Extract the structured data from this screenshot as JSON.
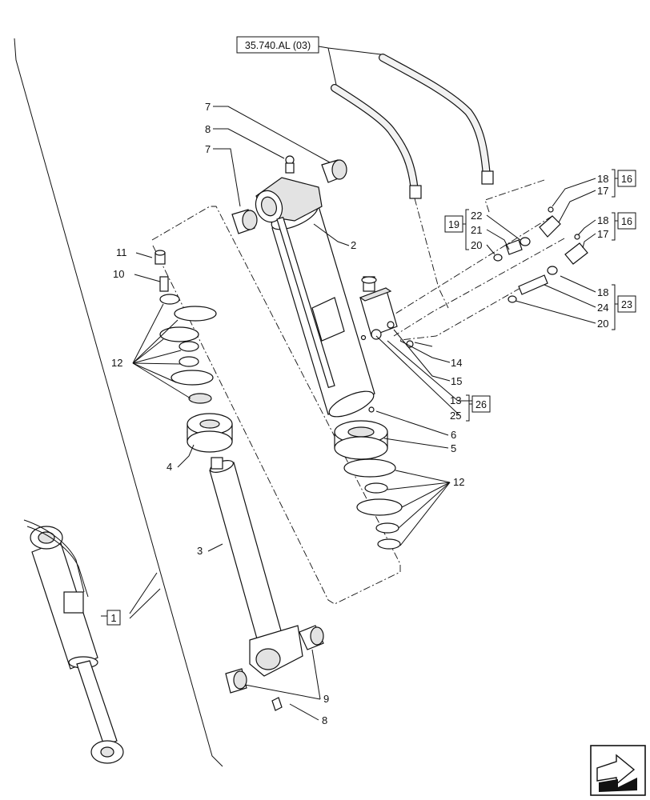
{
  "labels": {
    "ref_sheet": "35.740.AL (03)",
    "n1": "1",
    "n2": "2",
    "n3": "3",
    "n4": "4",
    "n5": "5",
    "n6": "6",
    "n7a": "7",
    "n7b": "7",
    "n8a": "8",
    "n8b": "8",
    "n9": "9",
    "n10": "10",
    "n11": "11",
    "n12a": "12",
    "n12b": "12",
    "n13": "13",
    "n14": "14",
    "n15": "15",
    "n16a": "16",
    "n16b": "16",
    "n17a": "17",
    "n17b": "17",
    "n18a": "18",
    "n18b": "18",
    "n18c": "18",
    "n19": "19",
    "n20a": "20",
    "n20b": "20",
    "n21": "21",
    "n22": "22",
    "n23": "23",
    "n24": "24",
    "n25": "25",
    "n26": "26"
  },
  "icons": {
    "navigation": "arrow-navigation-icon"
  }
}
